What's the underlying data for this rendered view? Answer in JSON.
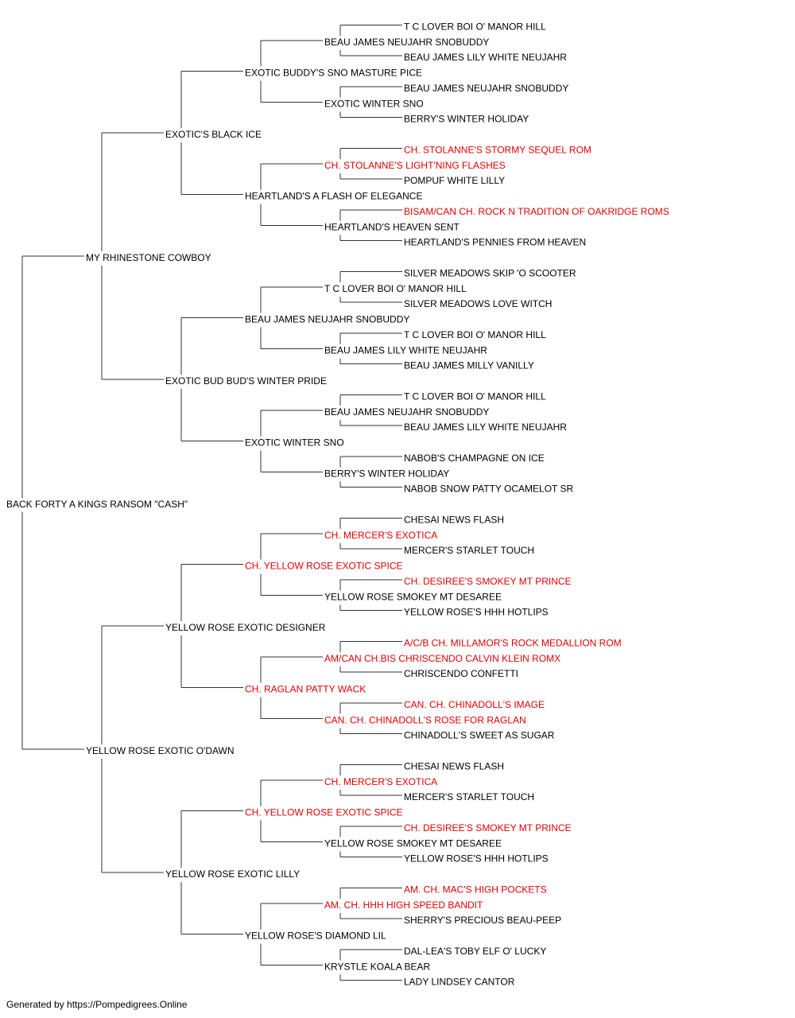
{
  "colors": {
    "normal": "#000000",
    "champion": "#e00000",
    "line": "#333333"
  },
  "pedigree": {
    "name": "BACK FORTY A KINGS RANSOM \"CASH\"",
    "champion": false,
    "sire": {
      "name": "MY RHINESTONE COWBOY",
      "champion": false,
      "sire": {
        "name": "EXOTIC'S BLACK ICE",
        "champion": false,
        "sire": {
          "name": "EXOTIC BUDDY'S SNO MASTURE PICE",
          "champion": false,
          "sire": {
            "name": "BEAU JAMES NEUJAHR SNOBUDDY",
            "champion": false,
            "sire": {
              "name": "T C LOVER BOI O' MANOR HILL",
              "champion": false
            },
            "dam": {
              "name": "BEAU JAMES LILY WHITE NEUJAHR",
              "champion": false
            }
          },
          "dam": {
            "name": "EXOTIC WINTER SNO",
            "champion": false,
            "sire": {
              "name": "BEAU JAMES NEUJAHR SNOBUDDY",
              "champion": false
            },
            "dam": {
              "name": "BERRY'S WINTER HOLIDAY",
              "champion": false
            }
          }
        },
        "dam": {
          "name": "HEARTLAND'S A FLASH OF ELEGANCE",
          "champion": false,
          "sire": {
            "name": "CH. STOLANNE'S LIGHT'NING FLASHES",
            "champion": true,
            "sire": {
              "name": "CH. STOLANNE'S STORMY SEQUEL ROM",
              "champion": true
            },
            "dam": {
              "name": "POMPUF WHITE LILLY",
              "champion": false
            }
          },
          "dam": {
            "name": "HEARTLAND'S HEAVEN SENT",
            "champion": false,
            "sire": {
              "name": "BISAM/CAN CH. ROCK N TRADITION OF OAKRIDGE ROMS",
              "champion": true
            },
            "dam": {
              "name": "HEARTLAND'S PENNIES FROM HEAVEN",
              "champion": false
            }
          }
        }
      },
      "dam": {
        "name": "EXOTIC BUD BUD'S WINTER PRIDE",
        "champion": false,
        "sire": {
          "name": "BEAU JAMES NEUJAHR SNOBUDDY",
          "champion": false,
          "sire": {
            "name": "T C LOVER BOI O' MANOR HILL",
            "champion": false,
            "sire": {
              "name": "SILVER MEADOWS SKIP 'O SCOOTER",
              "champion": false
            },
            "dam": {
              "name": "SILVER MEADOWS LOVE WITCH",
              "champion": false
            }
          },
          "dam": {
            "name": "BEAU JAMES LILY WHITE NEUJAHR",
            "champion": false,
            "sire": {
              "name": "T C LOVER BOI O' MANOR HILL",
              "champion": false
            },
            "dam": {
              "name": "BEAU JAMES MILLY VANILLY",
              "champion": false
            }
          }
        },
        "dam": {
          "name": "EXOTIC WINTER SNO",
          "champion": false,
          "sire": {
            "name": "BEAU JAMES NEUJAHR SNOBUDDY",
            "champion": false,
            "sire": {
              "name": "T C LOVER BOI O' MANOR HILL",
              "champion": false
            },
            "dam": {
              "name": "BEAU JAMES LILY WHITE NEUJAHR",
              "champion": false
            }
          },
          "dam": {
            "name": "BERRY'S WINTER HOLIDAY",
            "champion": false,
            "sire": {
              "name": "NABOB'S CHAMPAGNE ON ICE",
              "champion": false
            },
            "dam": {
              "name": "NABOB SNOW PATTY OCAMELOT SR",
              "champion": false
            }
          }
        }
      }
    },
    "dam": {
      "name": "YELLOW ROSE EXOTIC O'DAWN",
      "champion": false,
      "sire": {
        "name": "YELLOW ROSE EXOTIC DESIGNER",
        "champion": false,
        "sire": {
          "name": "CH. YELLOW ROSE EXOTIC SPICE",
          "champion": true,
          "sire": {
            "name": "CH. MERCER'S EXOTICA",
            "champion": true,
            "sire": {
              "name": "CHESAI NEWS FLASH",
              "champion": false
            },
            "dam": {
              "name": "MERCER'S STARLET TOUCH",
              "champion": false
            }
          },
          "dam": {
            "name": "YELLOW ROSE SMOKEY MT DESAREE",
            "champion": false,
            "sire": {
              "name": "CH. DESIREE'S SMOKEY MT PRINCE",
              "champion": true
            },
            "dam": {
              "name": "YELLOW ROSE'S HHH HOTLIPS",
              "champion": false
            }
          }
        },
        "dam": {
          "name": "CH. RAGLAN PATTY WACK",
          "champion": true,
          "sire": {
            "name": "AM/CAN CH.BIS CHRISCENDO CALVIN KLEIN ROMX",
            "champion": true,
            "sire": {
              "name": "A/C/B CH. MILLAMOR'S ROCK MEDALLION ROM",
              "champion": true
            },
            "dam": {
              "name": "CHRISCENDO CONFETTI",
              "champion": false
            }
          },
          "dam": {
            "name": "CAN. CH. CHINADOLL'S ROSE FOR RAGLAN",
            "champion": true,
            "sire": {
              "name": "CAN. CH. CHINADOLL'S IMAGE",
              "champion": true
            },
            "dam": {
              "name": "CHINADOLL'S SWEET AS SUGAR",
              "champion": false
            }
          }
        }
      },
      "dam": {
        "name": "YELLOW ROSE EXOTIC LILLY",
        "champion": false,
        "sire": {
          "name": "CH. YELLOW ROSE EXOTIC SPICE",
          "champion": true,
          "sire": {
            "name": "CH. MERCER'S EXOTICA",
            "champion": true,
            "sire": {
              "name": "CHESAI NEWS FLASH",
              "champion": false
            },
            "dam": {
              "name": "MERCER'S STARLET TOUCH",
              "champion": false
            }
          },
          "dam": {
            "name": "YELLOW ROSE SMOKEY MT DESAREE",
            "champion": false,
            "sire": {
              "name": "CH. DESIREE'S SMOKEY MT PRINCE",
              "champion": true
            },
            "dam": {
              "name": "YELLOW ROSE'S HHH HOTLIPS",
              "champion": false
            }
          }
        },
        "dam": {
          "name": "YELLOW ROSE'S DIAMOND LIL",
          "champion": false,
          "sire": {
            "name": "AM. CH. HHH HIGH SPEED BANDIT",
            "champion": true,
            "sire": {
              "name": "AM. CH. MAC'S HIGH POCKETS",
              "champion": true
            },
            "dam": {
              "name": "SHERRY'S PRECIOUS BEAU-PEEP",
              "champion": false
            }
          },
          "dam": {
            "name": "KRYSTLE KOALA BEAR",
            "champion": false,
            "sire": {
              "name": "DAL-LEA'S TOBY ELF O' LUCKY",
              "champion": false
            },
            "dam": {
              "name": "LADY LINDSEY CANTOR",
              "champion": false
            }
          }
        }
      }
    }
  },
  "footer": {
    "text": "Generated by https://Pompedigrees.Online"
  }
}
